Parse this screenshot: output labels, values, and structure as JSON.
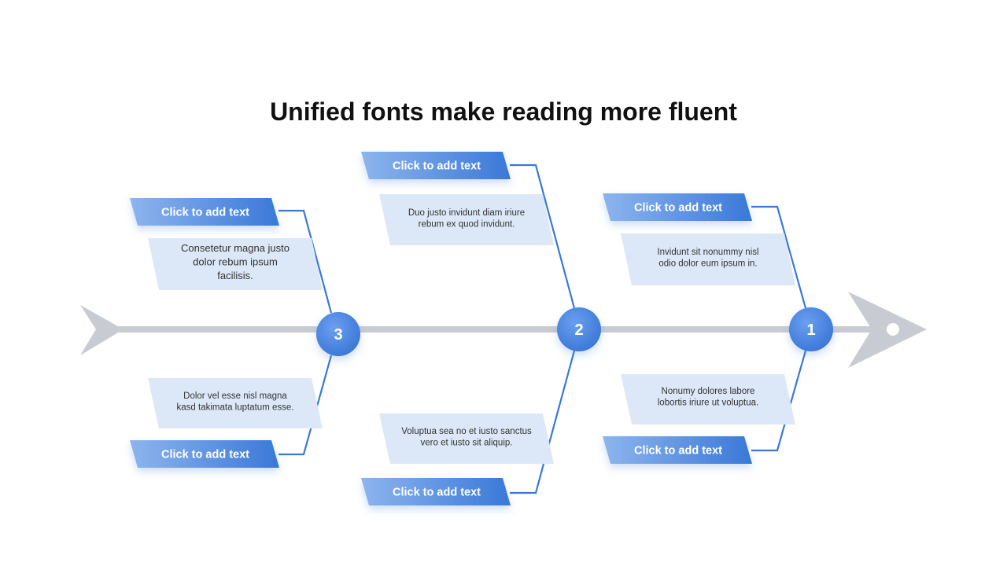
{
  "title": "Unified fonts make reading more fluent",
  "colors": {
    "spine": "#c8ccd2",
    "accent": "#3a78d8",
    "accent_light": "#7aa7ea",
    "label_fill": "#dce8f8",
    "node_fill": "#4a84e0"
  },
  "nodes": [
    {
      "number": "3"
    },
    {
      "number": "2"
    },
    {
      "number": "1"
    }
  ],
  "branches": [
    {
      "node": "3",
      "side": "top",
      "heading": "Click to add text",
      "lines": [
        "Consetetur magna justo",
        "dolor rebum ipsum",
        "facilisis."
      ]
    },
    {
      "node": "3",
      "side": "bottom",
      "heading": "Click to add text",
      "lines": [
        "Dolor vel esse nisl magna",
        "kasd takimata luptatum esse."
      ]
    },
    {
      "node": "2",
      "side": "top",
      "heading": "Click to add text",
      "lines": [
        "Duo justo invidunt diam iriure",
        "rebum ex quod invidunt."
      ]
    },
    {
      "node": "2",
      "side": "bottom",
      "heading": "Click to add text",
      "lines": [
        "Voluptua sea no et iusto sanctus",
        "vero et iusto sit aliquip."
      ]
    },
    {
      "node": "1",
      "side": "top",
      "heading": "Click to add text",
      "lines": [
        "Invidunt sit nonummy nisl",
        "odio dolor eum ipsum in."
      ]
    },
    {
      "node": "1",
      "side": "bottom",
      "heading": "Click to add text",
      "lines": [
        "Nonumy dolores labore",
        "lobortis iriure ut voluptua."
      ]
    }
  ]
}
